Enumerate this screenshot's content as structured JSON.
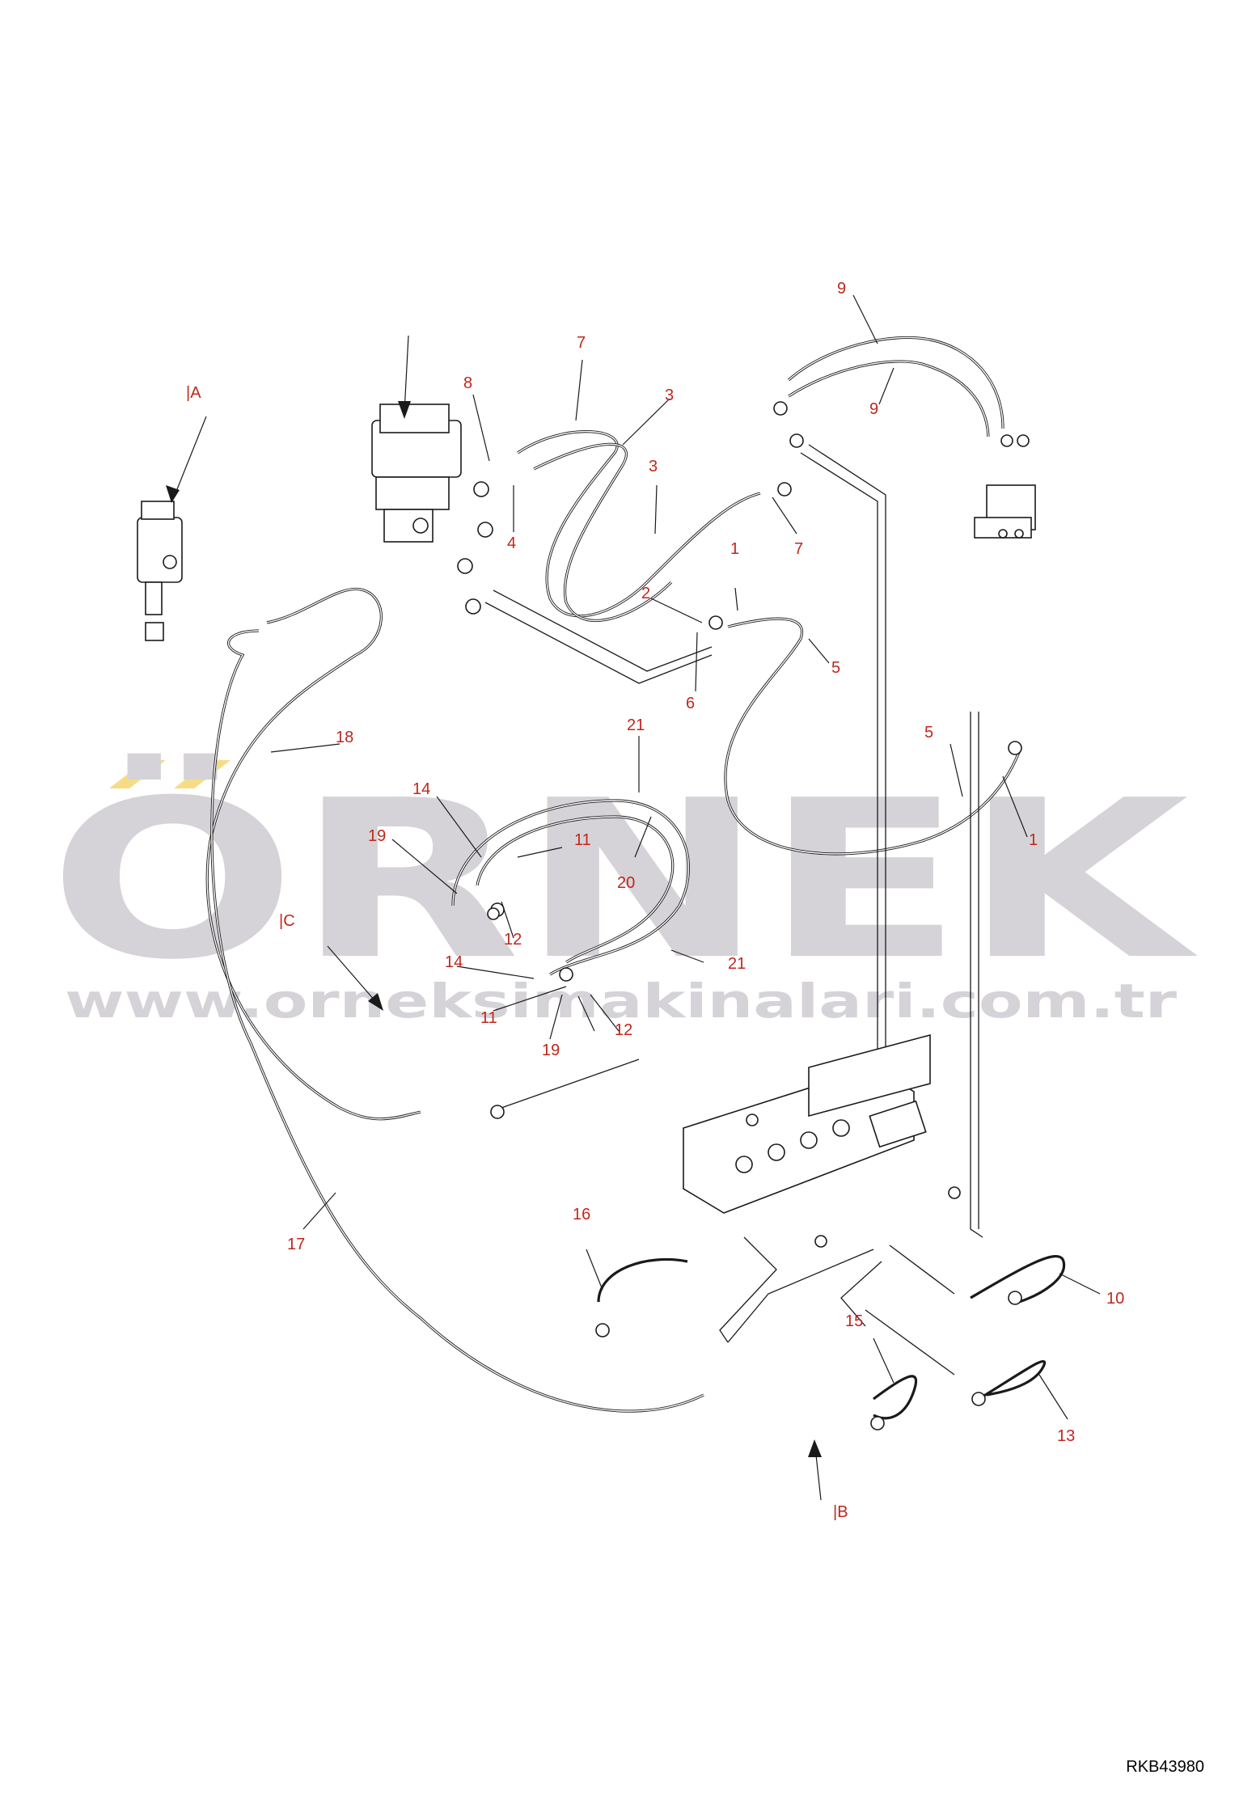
{
  "watermark": {
    "brand": "ÖRNEK",
    "url": "www.orneksimakinalari.com.tr",
    "colors": {
      "letters": "#d5d3d8",
      "accent": "#f6dc84"
    }
  },
  "reference_code": "RKB43980",
  "callout_color": "#c0271c",
  "view_markers": [
    "|A",
    "|B",
    "|C"
  ],
  "callouts": [
    "1",
    "2",
    "3",
    "4",
    "5",
    "6",
    "7",
    "8",
    "9",
    "10",
    "11",
    "12",
    "13",
    "14",
    "15",
    "16",
    "17",
    "18",
    "19",
    "20",
    "21"
  ]
}
